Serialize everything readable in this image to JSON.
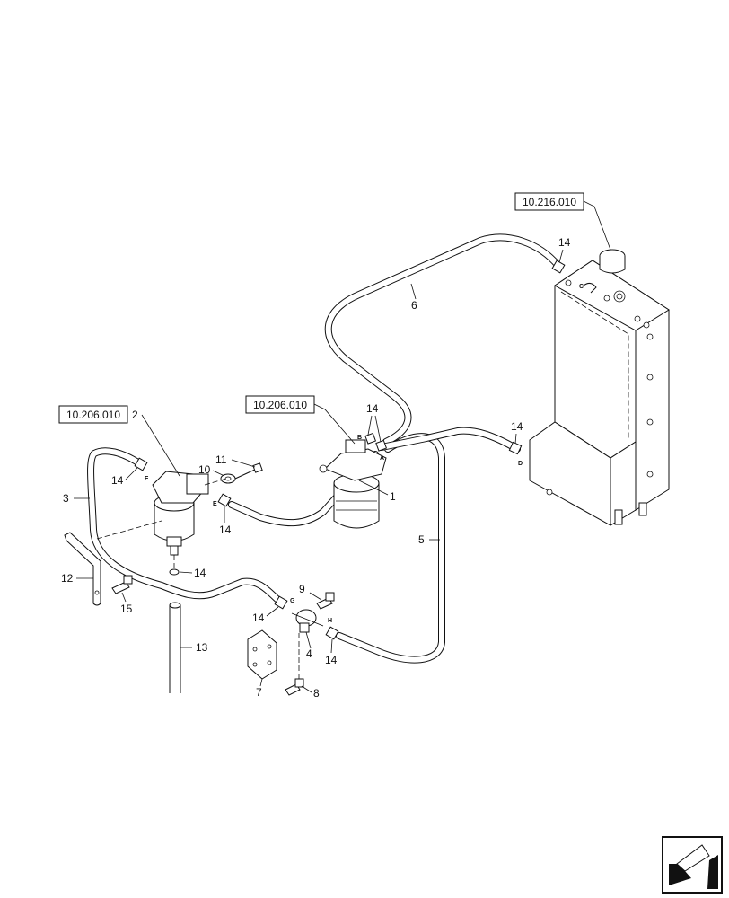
{
  "references": {
    "tank": "10.216.010",
    "filter_left": "10.206.010",
    "filter_center": "10.206.010"
  },
  "callouts": {
    "c1": "1",
    "c2": "2",
    "c3": "3",
    "c4": "4",
    "c5": "5",
    "c6": "6",
    "c7": "7",
    "c8": "8",
    "c9": "9",
    "c10": "10",
    "c11": "11",
    "c12": "12",
    "c13": "13",
    "c14": "14",
    "c15": "15"
  },
  "connection_letters": {
    "a": "A",
    "b": "B",
    "c": "C",
    "d": "D",
    "e": "E",
    "f": "F",
    "g": "G",
    "h": "H"
  },
  "icon": "navigation-arrow-icon"
}
